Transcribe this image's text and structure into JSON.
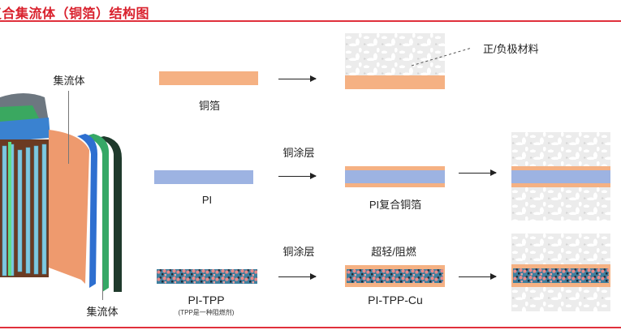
{
  "title": "复合集流体（铜箔）结构图",
  "battery": {
    "top_label": "集流体",
    "bottom_label": "集流体"
  },
  "row1": {
    "material_label": "铜箔",
    "coating_note": "正/负极材料"
  },
  "row2": {
    "material_label": "PI",
    "process_label": "铜涂层",
    "result_label": "PI复合铜箔"
  },
  "row3": {
    "material_label": "PI-TPP",
    "material_note": "(TPP是一种阻燃剂)",
    "process_label": "铜涂层",
    "feature_label": "超轻/阻燃",
    "result_label": "PI-TPP-Cu"
  },
  "colors": {
    "accent": "#d9202c",
    "copper": "#f5b183",
    "pi": "#9db3e2"
  }
}
